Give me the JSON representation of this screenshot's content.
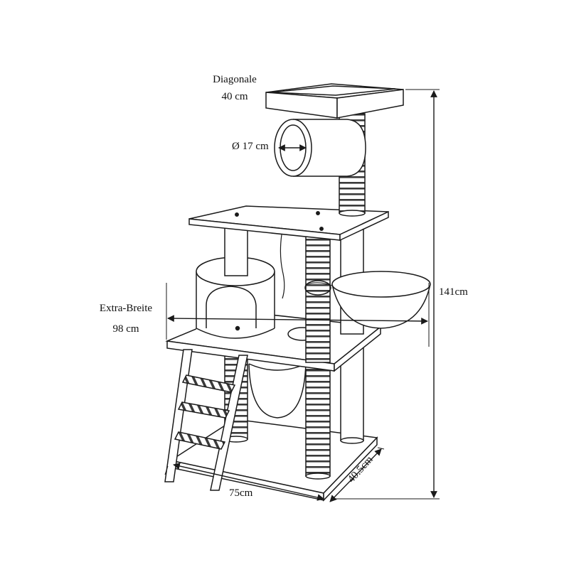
{
  "dimensions": {
    "diagonal_label": "Diagonale",
    "diagonal_value": "40 cm",
    "tunnel_diameter": "Ø 17 cm",
    "height": "141cm",
    "extra_width_label": "Extra-Breite",
    "extra_width_value": "98 cm",
    "base_width": "75cm",
    "base_depth": "40.5cm"
  },
  "colors": {
    "line": "#1a1a1a",
    "panel_fill": "#ffffff",
    "rope_stripe": "#3a3a3a"
  }
}
